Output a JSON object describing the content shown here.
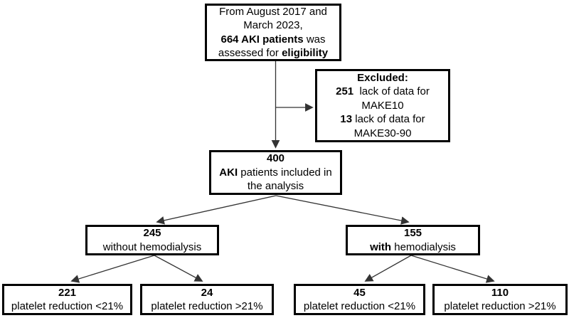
{
  "colors": {
    "border": "#000000",
    "text": "#000000",
    "connector": "#333333",
    "background": "#ffffff"
  },
  "boxes": {
    "assessed": {
      "line1": "From August 2017 and",
      "line2": "March 2023,",
      "line3_bold": "664 AKI patients",
      "line3_rest": " was",
      "line4_pre": "assessed for ",
      "line4_bold": "eligibility"
    },
    "excluded": {
      "heading": "Excluded:",
      "item1_count": "251",
      "item1_text": "  lack of data for",
      "item1_cont": "MAKE10",
      "item2_count": "13",
      "item2_text": " lack of data for",
      "item2_cont": "MAKE30-90"
    },
    "included": {
      "count": "400",
      "line2_bold": "AKI",
      "line2_rest": " patients included in",
      "line3": "the analysis"
    },
    "without_hd": {
      "count": "245",
      "label": "without hemodialysis"
    },
    "with_hd": {
      "count": "155",
      "label_bold": "with",
      "label_rest": " hemodialysis"
    },
    "without_hd_low": {
      "count": "221",
      "label": "platelet reduction <21%"
    },
    "without_hd_high": {
      "count": "24",
      "label": "platelet reduction >21%"
    },
    "with_hd_low": {
      "count": "45",
      "label": "platelet reduction <21%"
    },
    "with_hd_high": {
      "count": "110",
      "label": "platelet reduction >21%"
    }
  }
}
